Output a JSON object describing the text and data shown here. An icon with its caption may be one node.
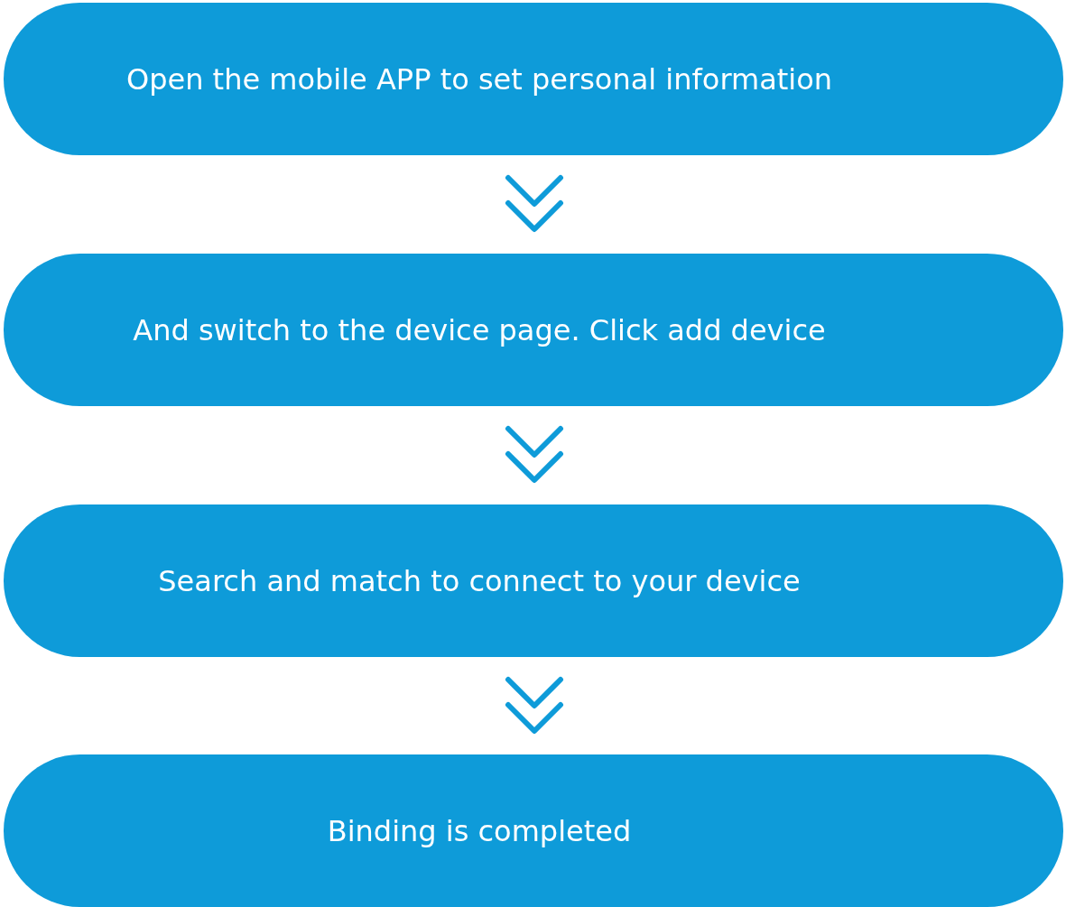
{
  "diagram": {
    "nodes": [
      {
        "text": [
          "Open the mobile APP to set personal information"
        ]
      },
      {
        "text": [
          "And switch to the device page. Click add device"
        ]
      },
      {
        "text": [
          "Search and match to connect to your device"
        ]
      },
      {
        "text": [
          "Binding is completed"
        ]
      }
    ],
    "edges": [
      {
        "from": 0,
        "to": 1,
        "arrow": "to"
      },
      {
        "from": 1,
        "to": 2,
        "arrow": "to"
      },
      {
        "from": 2,
        "to": 3,
        "arrow": "to"
      }
    ]
  }
}
